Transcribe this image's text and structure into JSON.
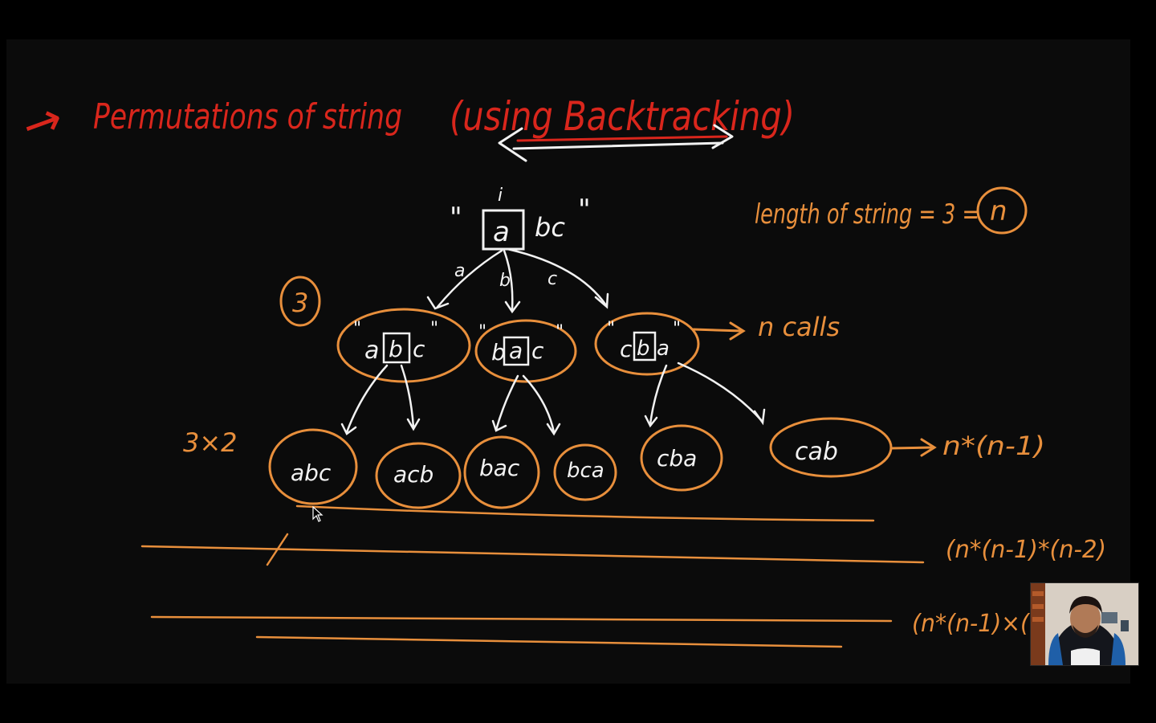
{
  "board": {
    "title": {
      "arrow": "→",
      "main": "Permutations of string",
      "paren": "(using Backtracking)"
    },
    "length_note": {
      "text": "length of string = 3 =",
      "n": "n"
    },
    "root": {
      "open_quote": "\"",
      "boxed_char": "a",
      "rest": "bc",
      "close_quote": "\"",
      "index_mark": "i"
    },
    "edge_labels": [
      "a",
      "b",
      "c"
    ],
    "level1_count": "3",
    "level1": [
      {
        "first": "a",
        "boxed": "b",
        "rest": "c"
      },
      {
        "first": "b",
        "boxed": "a",
        "rest": "c"
      },
      {
        "first": "c",
        "boxed": "b",
        "rest": "a"
      }
    ],
    "level1_note": "n calls",
    "level2_count": "3×2",
    "level2": [
      "abc",
      "acb",
      "bac",
      "bca",
      "cba",
      "cab"
    ],
    "level2_note": "n*(n-1)",
    "row3_note": "(n*(n-1)*(n-2)",
    "row4_note": "(n*(n-1)×(",
    "colors": {
      "background": "#0b0b0b",
      "title_red": "#d9261c",
      "orange": "#e88f3c",
      "white": "#f2f2f2"
    }
  },
  "webcam": {
    "content": "presenter video feed"
  }
}
